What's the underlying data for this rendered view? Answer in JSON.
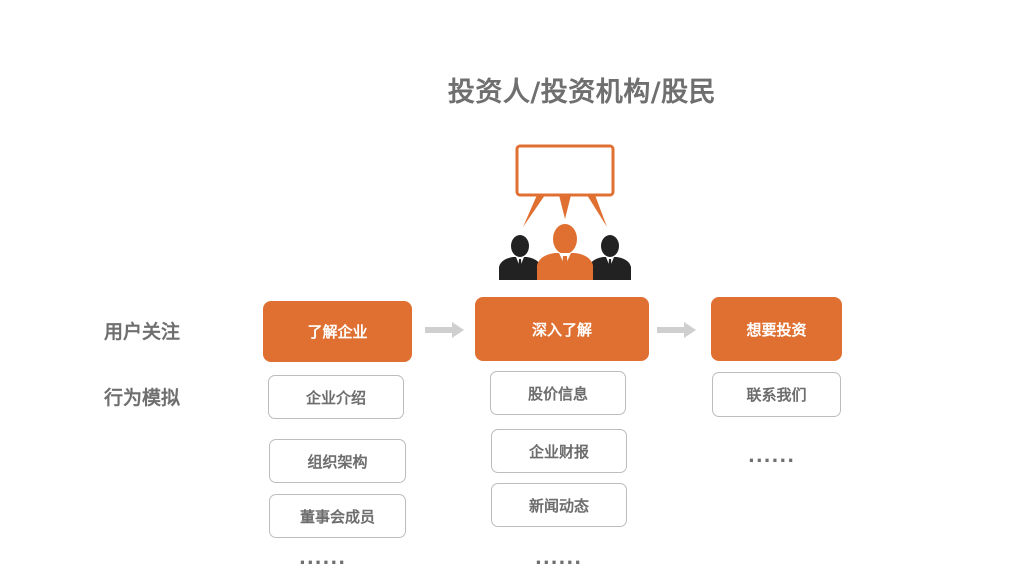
{
  "title": "投资人/投资机构/股民",
  "row_labels": {
    "focus": "用户关注",
    "behavior": "行为模拟"
  },
  "stages": [
    {
      "label": "了解企业",
      "behaviors": [
        "企业介绍",
        "组织架构",
        "董事会成员"
      ],
      "more": "......"
    },
    {
      "label": "深入了解",
      "behaviors": [
        "股价信息",
        "企业财报",
        "新闻动态"
      ],
      "more": "......"
    },
    {
      "label": "想要投资",
      "behaviors": [
        "联系我们"
      ],
      "more": "......"
    }
  ],
  "colors": {
    "accent": "#e07031",
    "text_gray": "#6f6f6f",
    "border_gray": "#bdbdbd",
    "arrow_gray": "#cfcfcf",
    "person_dark": "#222222"
  },
  "icons": {
    "illustration": "investors-speech-bubble-icon",
    "arrow": "arrow-right-icon"
  }
}
